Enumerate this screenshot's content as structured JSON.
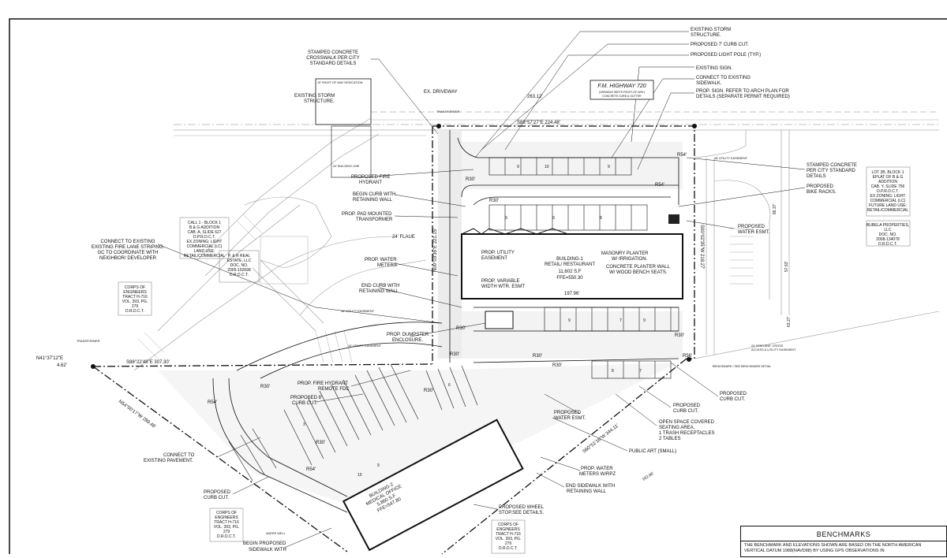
{
  "highway": {
    "name": "F.M. HIGHWAY 720",
    "sub1": "(VARIABLE WIDTH RIGHT-OF-WAY)",
    "sub2": "CONCRETE CURB & GUTTER"
  },
  "callouts": {
    "storm_top": "EXISTING STORM",
    "storm_top2": "STRUCTURE.",
    "curb_cut_7": "PROPOSED 7' CURB CUT.",
    "light_pole": "PROPOSED LIGHT POLE (TYP.)",
    "existing_sign": "EXISTING SIGN.",
    "connect_sidewalk": "CONNECT TO EXISTING",
    "connect_sidewalk2": "SIDEWALK.",
    "prop_sign": "PROP. SIGN. REFER TO ARCH PLAN FOR",
    "prop_sign2": "DETAILS (SEPARATE PERMIT REQUIRED)",
    "stamped_left1": "STAMPED CONCRETE",
    "stamped_left2": "CROSSWALK PER CITY",
    "stamped_left3": "STANDARD DETAILS",
    "ex_driveway": "EX. DRIVEWAY",
    "existing_storm_left": "EXISTING STORM",
    "existing_storm_left2": "STRUCTURE.",
    "fire_hydrant1": "PROPOSED FIRE",
    "fire_hydrant2": "HYDRANT",
    "begin_curb1": "BEGIN CURB WITH",
    "begin_curb2": "RETAINING WALL",
    "pad_mount1": "PROP. PAD MOUNTED",
    "pad_mount2": "TRANSFORMER",
    "flaue_24": "24' FLAUE",
    "connect_fire1": "CONNECT TO EXISTING",
    "connect_fire2": "EXISTING FIRE LANE STRIPING.",
    "connect_fire3": "GC TO COORDINATE WITH",
    "connect_fire4": "NEIGHBOR/ DEVELOPER",
    "water_meters1": "PROP. WATER",
    "water_meters2": "METERS",
    "end_curb1": "END CURB WITH",
    "end_curb2": "RETAINING WALL",
    "dumpster1": "PROP. DUMPSTER",
    "dumpster2": "ENCLOSURE.",
    "fire_fdc1": "PROP. FIRE HYDRANT",
    "fire_fdc2": "REMOTE FDC",
    "curb_cut_8a": "PROPOSED 8'",
    "curb_cut_8b": "CURB CUT.",
    "connect_pave1": "CONNECT TO",
    "connect_pave2": "EXISTING PAVEMENT.",
    "prop_curb_left1": "PROPOSED",
    "prop_curb_left2": "CURB CUT.",
    "begin_sidewalk1": "BEGIN PROPOSED",
    "begin_sidewalk2": "SIDEWALK WITH",
    "stamped_right1": "STAMPED CONCRETE",
    "stamped_right2": "PER CITY STANDARD",
    "stamped_right3": "DETAILS",
    "bike_racks1": "PROPOSED",
    "bike_racks2": "BIKE RACKS.",
    "water_esmt_r1": "PROPOSED",
    "water_esmt_r2": "WATER ESMT.",
    "curb_cut_r1": "PROPOSED",
    "curb_cut_r2": "CURB CUT.",
    "curb_cut_r3": "PROPOSED",
    "curb_cut_r4": "CURB CUT.",
    "water_esmt_b1": "PROPOSED",
    "water_esmt_b2": "WATER ESMT.",
    "open_space1": "OPEN SPACE COVERED",
    "open_space2": "SEATING AREA.",
    "open_space3": "1 TRASH RECEPTACLES",
    "open_space4": "2 TABLES",
    "public_art": "PUBLIC ART (SMALL)",
    "water_rpz1": "PROP. WATER",
    "water_rpz2": "METERS W/RPZ",
    "end_sidewalk1": "END SIDEWALK WITH",
    "end_sidewalk2": "RETAINING WALL",
    "wheel_stop1": "PROPOSED WHEEL",
    "wheel_stop2": "STOP.SEE DETAILS."
  },
  "building1": {
    "utility1": "PROP. UTILITY",
    "utility2": "EASEMENT",
    "name1": "BUILDING-1",
    "name2": "RETAIL/ RESTAURANT",
    "area": "11,602 S.F",
    "ffe": "FFE=550.30",
    "variable1": "PROP. VARIABLE",
    "variable2": "WIDTH WTR. ESMT",
    "masonry1": "MASONRY PLANTER",
    "masonry2": "W/ IRRIGATION.",
    "concrete1": "CONCRETE PLANTER WALL",
    "concrete2": "W/ WOOD BENCH SEATS.",
    "dim": "197.96'"
  },
  "building2": {
    "name1": "BUILDING-2",
    "name2": "MEDICAL OFFICE",
    "area": "5,860 S.F",
    "ffe": "FFE=547.80"
  },
  "bearings": {
    "top": "S88°57'27\"E 224.48'",
    "top_dist": "263.12'",
    "left": "N00°03'35\"E 221.15'",
    "right": "S00°02'35\"W 218.27'",
    "mid": "S88°22'48\"E 307.30'",
    "nw1": "N41°37'12\"E",
    "nw2": "4.62'",
    "sw": "N54°00'17\"W 289.46'",
    "se": "S60°51'16\"W 344.11'",
    "far_right": "57.63'",
    "far_right2": "63.27'",
    "dim_162": "162.96'",
    "dim_86": "86.37'"
  },
  "radii": [
    "R30'",
    "R30'",
    "R54'",
    "R54'",
    "R30'",
    "R30'",
    "R30'",
    "R56'",
    "R30'",
    "R30'",
    "R30'",
    "R54'",
    "R30'",
    "R30'",
    "R54'"
  ],
  "stalls": [
    "9",
    "10",
    "9",
    "9",
    "9",
    "8",
    "9",
    "7",
    "9",
    "8",
    "7",
    "3",
    "9",
    "10",
    "6"
  ],
  "parcels": {
    "p1": [
      "CALL 1 - BLOCK 1",
      "B & G ADDITION",
      "CAB. A, SLIDE 627",
      "D.P.R.D.C.T.",
      "EX ZONING: LIGHT",
      "COMMERCIAL (LC)",
      "LAND USE:",
      "RETAIL/COMMERCIAL"
    ],
    "p2": [
      "P. & R REAL",
      "ESTATE, LLC",
      "DOC. NO.",
      "2005-152698",
      "D.R.D.C.T."
    ],
    "p3": [
      "CORPS OF",
      "ENGINEERS",
      "TRACT H-716",
      "VOL. 393, PG.",
      "279",
      "D.R.D.C.T."
    ],
    "p4": [
      "LOT 2B, BLOCK 1",
      "EPLAT OF B & G",
      "ADDITION",
      "CAB. Y, SLIDE 756",
      "O.P.R.D.C.T.",
      "EX ZONING: LIGHT",
      "COMMERCIAL (LC)",
      "FUTURE LAND USE:",
      "RETAIL/COMMERCIAL"
    ],
    "p5": [
      "BUBELA PROPERTIES,",
      "LLC",
      "DOC. NO.",
      "2008-134078",
      "D.R.D.C.T."
    ],
    "p6": [
      "CORPS OF",
      "ENGINEERS",
      "TRACT H-716",
      "VOL. 393, PG.",
      "279",
      "D.R.D.C.T."
    ],
    "p7": [
      "CORPS OF",
      "ENGINEERS",
      "TRACT H-716",
      "VOL. 393, PG.",
      "279",
      "D.R.D.C.T."
    ]
  },
  "small_notes": [
    "15' RIGHT OF WAY DEDICATION",
    "24' BUILDING LINE",
    "15' UTILITY EASEMENT",
    "10' UTILITY EASEMENT",
    "10' UTILITY EASEMENT",
    "24' FIRELANE, CROSS",
    "ACCESS & UTILITY EASEMENT",
    "BENCHMARK / SEE BENCHMARK DETAIL",
    "WATER WELL",
    "TRANSFORMER",
    "TRANSFORMER"
  ],
  "benchmarks": {
    "title": "BENCHMARKS",
    "text": "THE BENCHMARK AND ELEVATIONS SHOWN ARE BASED ON THE NORTH AMERICAN VERTICAL DATUM 1988(NAVD88) BY USING GPS OBSERVATIONS IN"
  }
}
